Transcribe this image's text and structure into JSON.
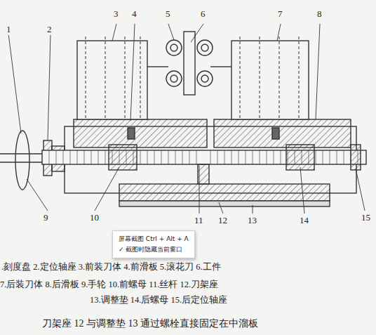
{
  "diagram": {
    "nodes": [
      {
        "text": [
          "屏幕截图 Ctrl + Alt + A",
          "✓ 截图时隐藏当前窗口"
        ]
      }
    ],
    "labels": [
      "1",
      "2",
      "3",
      "4",
      "5",
      "6",
      "7",
      "8",
      "9",
      "10",
      "11",
      "12",
      "13",
      "14",
      "15",
      ".刻度盘 2.定位轴座 3.前装刀体 4.前滑板 5.滚花刀 6.工件",
      "7.后装刀体 8.后滑板 9.手轮 10.前螺母 11.丝杆 12.刀架座",
      "13.调整垫 14.后螺母 15.后定位轴座",
      "刀架座 12 与调整垫 13 通过螺栓直接固定在中溜板"
    ]
  }
}
